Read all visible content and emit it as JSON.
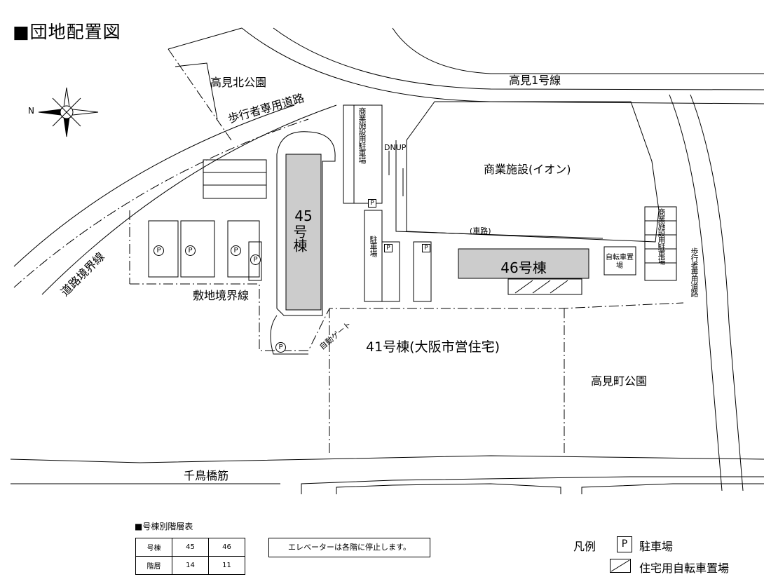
{
  "title": "■団地配置図",
  "labels": {
    "takami_north_park": "高見北公園",
    "takami_route1": "高見1号線",
    "pedestrian_road_top": "歩行者専用道路",
    "commercial_facility": "商業施設(イオン)",
    "commercial_parking": "商業施設用駐車場",
    "dnup": "DNUP",
    "road_boundary": "道路境界線",
    "site_boundary": "敷地境界線",
    "vehicle_road": "(車路)",
    "parking_vertical": "駐車場",
    "auto_gate": "自動ゲート",
    "building_41": "41号棟(大阪市営住宅)",
    "takami_town_park": "高見町公園",
    "chidoribashi": "千鳥橋筋",
    "commercial_parking_right": "商業施設用駐車場",
    "pedestrian_road_right": "歩行者専用道路",
    "bicycle_parking": "自転車置場",
    "compass_n": "N"
  },
  "buildings": {
    "b45_number": "45",
    "b45_suffix": "号棟",
    "b46": "46号棟"
  },
  "parking_symbol": "P",
  "floor_table": {
    "title": "■号棟別階層表",
    "row1": [
      "号棟",
      "45",
      "46"
    ],
    "row2": [
      "階層",
      "14",
      "11"
    ]
  },
  "notice": "エレベーターは各階に停止します。",
  "legend": {
    "title": "凡例",
    "parking_symbol": "P",
    "parking": "駐車場",
    "bicycle": "住宅用自転車置場"
  },
  "colors": {
    "building_fill": "#cccccc",
    "line": "#000000"
  }
}
